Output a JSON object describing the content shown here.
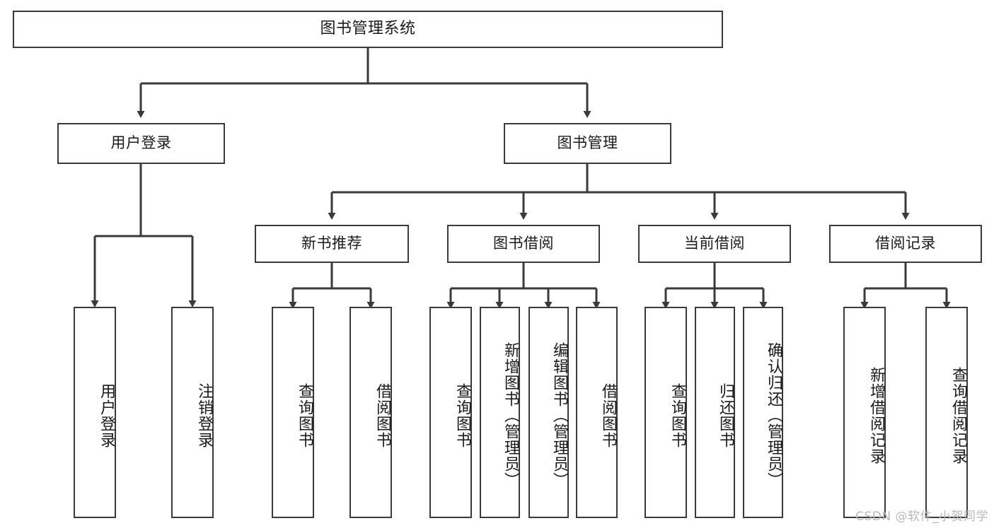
{
  "diagram": {
    "title": "图书管理系统",
    "type": "tree-hierarchy-chart",
    "line_color": "#3a3a3a",
    "box_fill": "#ffffff",
    "text_color": "#1a1a1a"
  },
  "root": {
    "label": "图书管理系统"
  },
  "level2": [
    {
      "label": "用户登录"
    },
    {
      "label": "图书管理"
    }
  ],
  "level3": [
    {
      "label": "新书推荐"
    },
    {
      "label": "图书借阅"
    },
    {
      "label": "当前借阅"
    },
    {
      "label": "借阅记录"
    }
  ],
  "leaves": {
    "user_login": [
      {
        "label": "用户登录"
      },
      {
        "label": "注销登录"
      }
    ],
    "new_book_recommend": [
      {
        "label": "查询图书"
      },
      {
        "label": "借阅图书"
      }
    ],
    "book_borrow": [
      {
        "label": "查询图书"
      },
      {
        "label": "新增图书（管理员）"
      },
      {
        "label": "编辑图书（管理员）"
      },
      {
        "label": "借阅图书"
      }
    ],
    "current_borrow": [
      {
        "label": "查询图书"
      },
      {
        "label": "归还图书"
      },
      {
        "label": "确认归还（管理员）"
      }
    ],
    "borrow_record": [
      {
        "label": "新增借阅记录"
      },
      {
        "label": "查询借阅记录"
      }
    ]
  },
  "watermark": {
    "text": "CSDN @软件_小贺同学"
  }
}
